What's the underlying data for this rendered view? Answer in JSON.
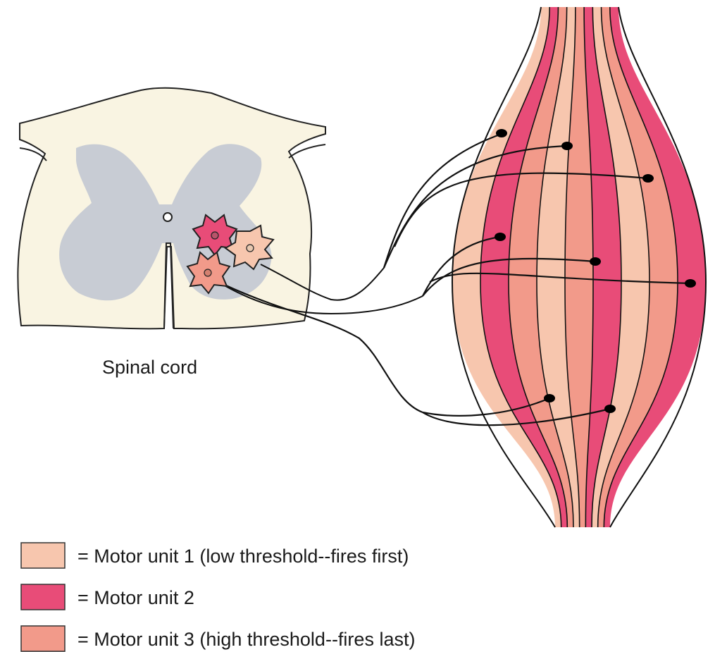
{
  "spinal_cord": {
    "label": "Spinal cord",
    "colors": {
      "cord": "#f9f4e2",
      "gray_matter": "#c8ccd4",
      "outline": "#222222"
    }
  },
  "motor_units": [
    {
      "id": "mu1",
      "color": "#f7c6ae",
      "legend": "= Motor unit 1  (low threshold--fires first)"
    },
    {
      "id": "mu2",
      "color": "#e84c78",
      "legend": "= Motor unit 2"
    },
    {
      "id": "mu3",
      "color": "#f29a8a",
      "legend": "= Motor unit 3  (high threshold--fires last)"
    }
  ],
  "muscle": {
    "fiber_units": [
      "mu1",
      "mu2",
      "mu3",
      "mu1",
      "mu3",
      "mu2",
      "mu1",
      "mu3",
      "mu2"
    ]
  }
}
